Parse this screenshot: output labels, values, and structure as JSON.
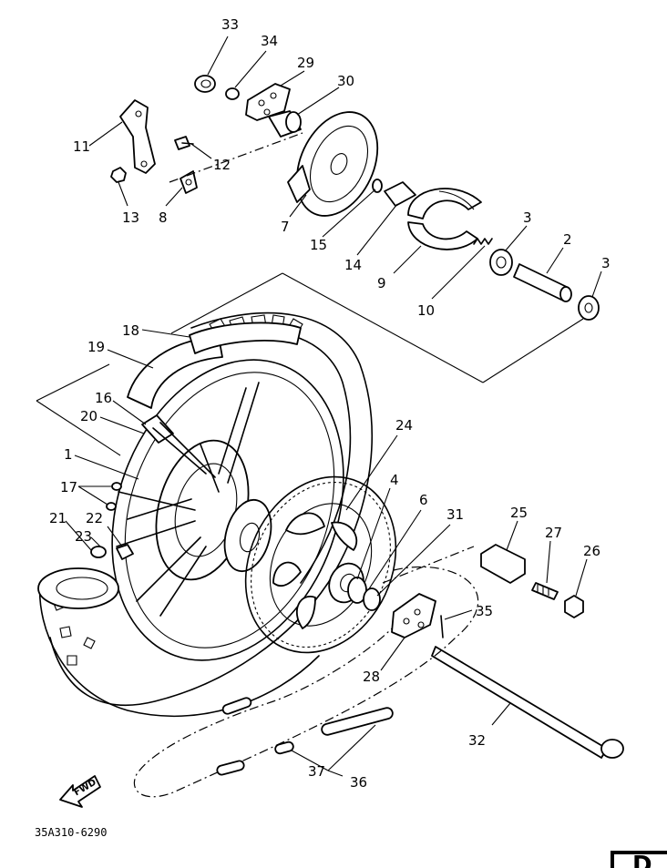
{
  "diagram": {
    "drawing_code": "35A310-6290",
    "fwd_label": "FWD",
    "corner_label": "D",
    "callouts": [
      "33",
      "34",
      "29",
      "30",
      "11",
      "12",
      "13",
      "8",
      "7",
      "15",
      "14",
      "9",
      "10",
      "3",
      "2",
      "3",
      "18",
      "19",
      "16",
      "20",
      "1",
      "17",
      "21",
      "22",
      "23",
      "24",
      "4",
      "6",
      "31",
      "25",
      "27",
      "26",
      "35",
      "28",
      "32",
      "37",
      "36"
    ]
  }
}
